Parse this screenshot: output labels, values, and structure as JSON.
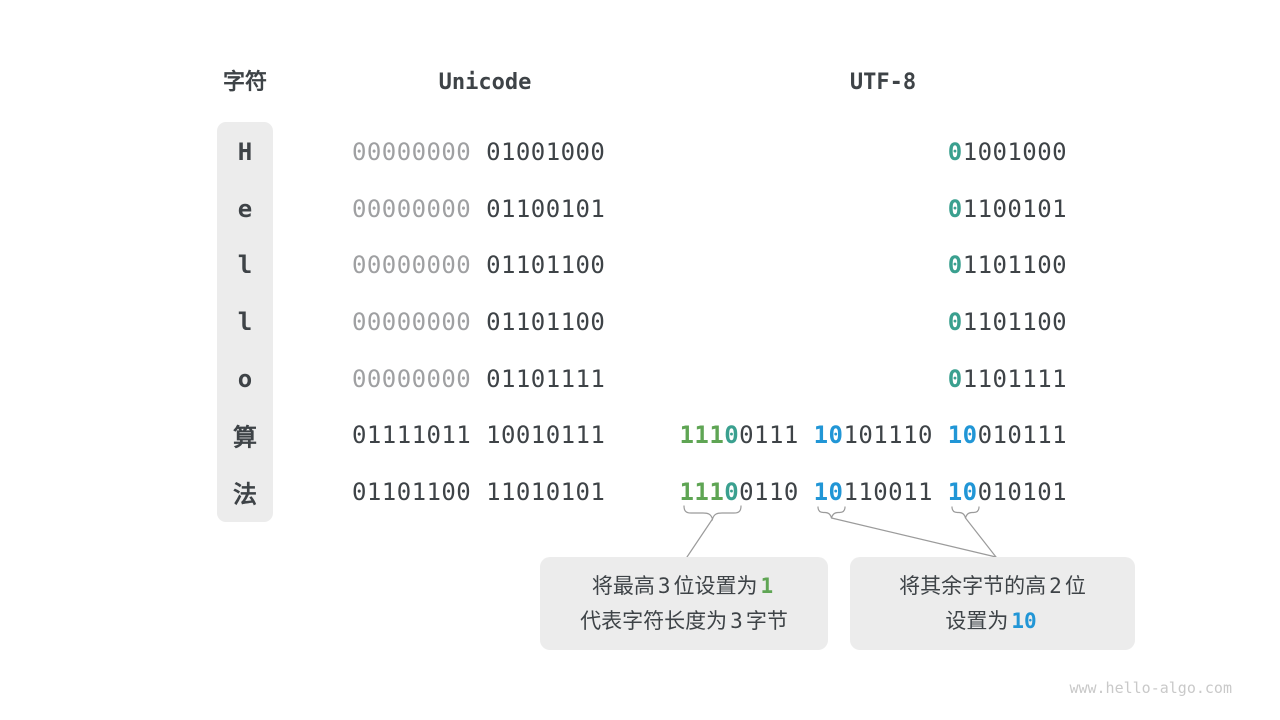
{
  "header": {
    "char_label": "字符",
    "unicode_label": "Unicode",
    "utf8_label": "UTF-8"
  },
  "colors": {
    "dark_text": "#3e4347",
    "muted_byte": "#9fa0a2",
    "teal_bit": "#3aa08f",
    "green_bit": "#5fa554",
    "blue_bit": "#2196d6",
    "panel_bg": "#ececec",
    "connector_line": "#9b9b9b",
    "watermark": "#c9c9c9"
  },
  "table": {
    "rows": [
      {
        "char": "H",
        "unicode": [
          {
            "t": "00000000",
            "c": "gray"
          },
          {
            "t": " "
          },
          {
            "t": "01001000"
          }
        ],
        "utf8": [
          {
            "t": "0",
            "c": "teal",
            "b": 1
          },
          {
            "t": "1001000"
          }
        ]
      },
      {
        "char": "e",
        "unicode": [
          {
            "t": "00000000",
            "c": "gray"
          },
          {
            "t": " "
          },
          {
            "t": "01100101"
          }
        ],
        "utf8": [
          {
            "t": "0",
            "c": "teal",
            "b": 1
          },
          {
            "t": "1100101"
          }
        ]
      },
      {
        "char": "l",
        "unicode": [
          {
            "t": "00000000",
            "c": "gray"
          },
          {
            "t": " "
          },
          {
            "t": "01101100"
          }
        ],
        "utf8": [
          {
            "t": "0",
            "c": "teal",
            "b": 1
          },
          {
            "t": "1101100"
          }
        ]
      },
      {
        "char": "l",
        "unicode": [
          {
            "t": "00000000",
            "c": "gray"
          },
          {
            "t": " "
          },
          {
            "t": "01101100"
          }
        ],
        "utf8": [
          {
            "t": "0",
            "c": "teal",
            "b": 1
          },
          {
            "t": "1101100"
          }
        ]
      },
      {
        "char": "o",
        "unicode": [
          {
            "t": "00000000",
            "c": "gray"
          },
          {
            "t": " "
          },
          {
            "t": "01101111"
          }
        ],
        "utf8": [
          {
            "t": "0",
            "c": "teal",
            "b": 1
          },
          {
            "t": "1101111"
          }
        ]
      },
      {
        "char": "算",
        "unicode": [
          {
            "t": "01111011"
          },
          {
            "t": " "
          },
          {
            "t": "10010111"
          }
        ],
        "utf8": [
          {
            "t": "111",
            "c": "green",
            "b": 1
          },
          {
            "t": "0",
            "c": "teal",
            "b": 1
          },
          {
            "t": "0111"
          },
          {
            "t": " "
          },
          {
            "t": "10",
            "c": "blue",
            "b": 1
          },
          {
            "t": "101110"
          },
          {
            "t": " "
          },
          {
            "t": "10",
            "c": "blue",
            "b": 1
          },
          {
            "t": "010111"
          }
        ]
      },
      {
        "char": "法",
        "unicode": [
          {
            "t": "01101100"
          },
          {
            "t": " "
          },
          {
            "t": "11010101"
          }
        ],
        "utf8": [
          {
            "t": "111",
            "c": "green",
            "b": 1
          },
          {
            "t": "0",
            "c": "teal",
            "b": 1
          },
          {
            "t": "0110"
          },
          {
            "t": " "
          },
          {
            "t": "10",
            "c": "blue",
            "b": 1
          },
          {
            "t": "110011"
          },
          {
            "t": " "
          },
          {
            "t": "10",
            "c": "blue",
            "b": 1
          },
          {
            "t": "010101"
          }
        ]
      }
    ]
  },
  "callouts": [
    {
      "lines": [
        [
          {
            "t": "将最高"
          },
          {
            "t": "3",
            "m": 1
          },
          {
            "t": "位设置为"
          },
          {
            "t": "1",
            "c": "green",
            "m": 1,
            "b": 1
          }
        ],
        [
          {
            "t": "代表字符长度为"
          },
          {
            "t": "3",
            "m": 1
          },
          {
            "t": "字节"
          }
        ]
      ]
    },
    {
      "lines": [
        [
          {
            "t": "将其余字节的高"
          },
          {
            "t": "2",
            "m": 1
          },
          {
            "t": "位"
          }
        ],
        [
          {
            "t": "设置为"
          },
          {
            "t": "10",
            "c": "blue",
            "m": 1,
            "b": 1
          }
        ]
      ]
    }
  ],
  "watermark": "www.hello-algo.com"
}
